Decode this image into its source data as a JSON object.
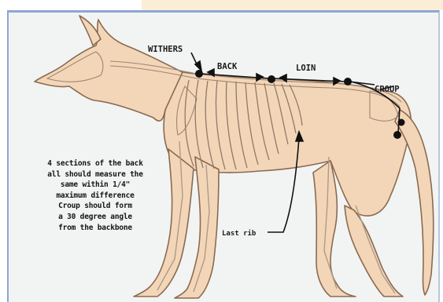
{
  "labels": {
    "withers": "WITHERS",
    "back": "BACK",
    "loin": "LOIN",
    "croup": "CROUP",
    "last_rib": "Last rib"
  },
  "note": {
    "lines": [
      "4 sections of the back",
      "all should measure the",
      "same within 1/4\"",
      "maximum difference",
      "Croup should form",
      "a 30 degree angle",
      "from the backbone"
    ]
  },
  "colors": {
    "frame_border": "#8da6d3",
    "background": "#f2f4f3",
    "body_fill": "#f3d6b8",
    "body_outline": "#8a6a52",
    "bone": "#c9b6a4",
    "marker": "#111111"
  }
}
